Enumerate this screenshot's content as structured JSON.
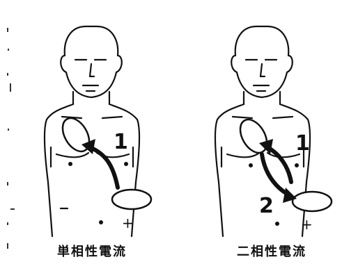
{
  "figures": [
    {
      "caption": "単相性電流",
      "labels": [
        "1"
      ],
      "plus_sign": "+"
    },
    {
      "caption": "二相性電流",
      "labels": [
        "1",
        "2"
      ],
      "plus_sign": "+"
    }
  ],
  "colors": {
    "line": "#111111",
    "background": "#ffffff"
  }
}
